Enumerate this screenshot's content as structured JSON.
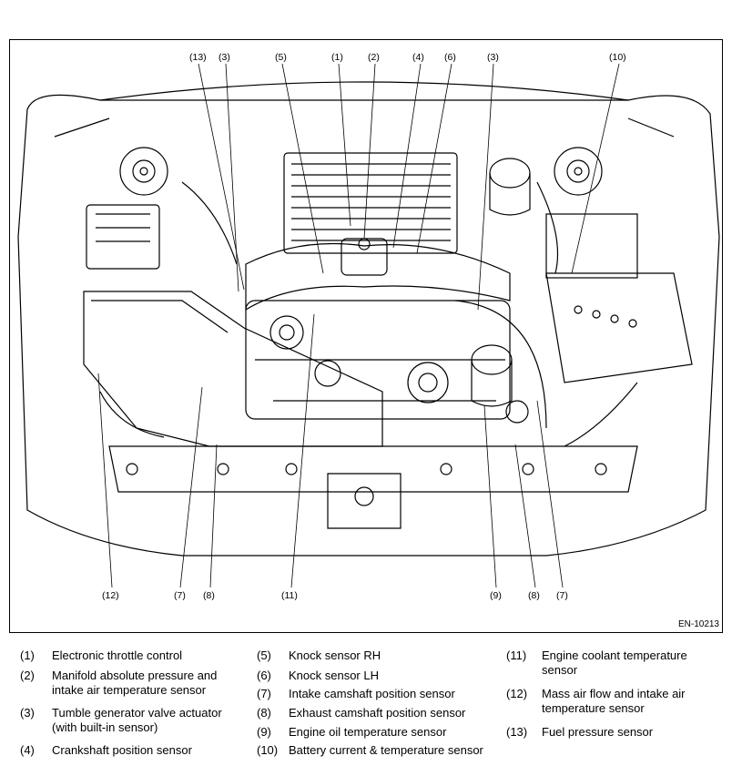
{
  "figure_id": "EN-10213",
  "callouts": {
    "top": [
      "(13)",
      "(3)",
      "(5)",
      "(1)",
      "(2)",
      "(4)",
      "(6)",
      "(3)",
      "(10)"
    ],
    "bottom": [
      "(12)",
      "(7)",
      "(8)",
      "(11)",
      "(9)",
      "(8)",
      "(7)"
    ]
  },
  "legend": [
    {
      "num": "(1)",
      "text": "Electronic throttle control"
    },
    {
      "num": "(2)",
      "text": "Manifold absolute pressure and intake air temperature sensor"
    },
    {
      "num": "(3)",
      "text": "Tumble generator valve actuator (with built-in sensor)"
    },
    {
      "num": "(4)",
      "text": "Crankshaft position sensor"
    },
    {
      "num": "(5)",
      "text": "Knock sensor RH"
    },
    {
      "num": "(6)",
      "text": "Knock sensor LH"
    },
    {
      "num": "(7)",
      "text": "Intake camshaft position sensor"
    },
    {
      "num": "(8)",
      "text": "Exhaust camshaft position sensor"
    },
    {
      "num": "(9)",
      "text": "Engine oil temperature sensor"
    },
    {
      "num": "(10)",
      "text": "Battery current & temperature sensor"
    },
    {
      "num": "(11)",
      "text": "Engine coolant temperature sensor"
    },
    {
      "num": "(12)",
      "text": "Mass air flow and intake air temperature sensor"
    },
    {
      "num": "(13)",
      "text": "Fuel pressure sensor"
    }
  ]
}
